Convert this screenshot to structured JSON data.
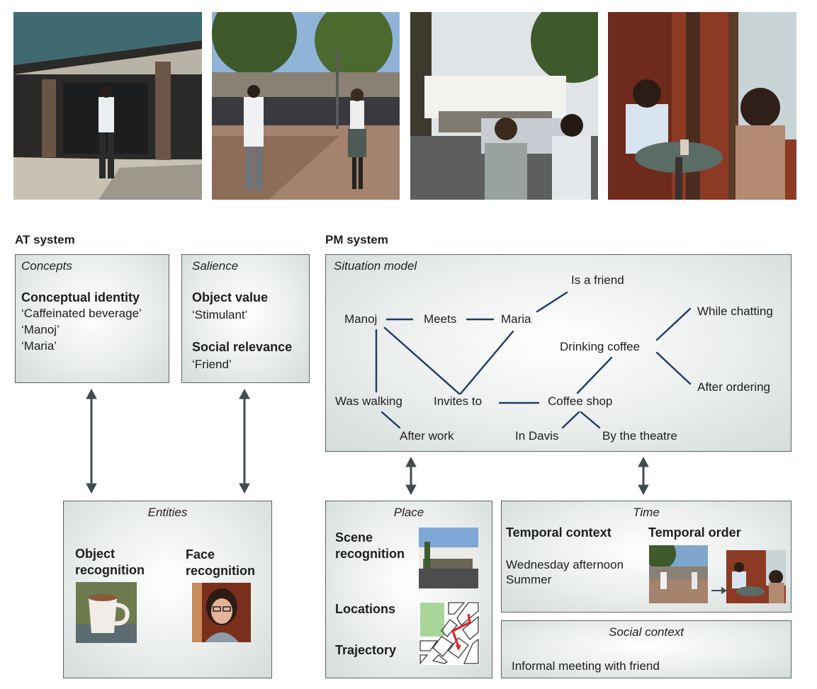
{
  "at_system": {
    "title": "AT system",
    "concepts": {
      "heading": "Concepts",
      "label": "Conceptual identity",
      "items": [
        "‘Caffeinated beverage’",
        "‘Manoj’",
        "‘Maria’"
      ]
    },
    "salience": {
      "heading": "Salience",
      "object_value_label": "Object value",
      "object_value": "‘Stimulant’",
      "social_relevance_label": "Social relevance",
      "social_relevance": "‘Friend’"
    },
    "entities": {
      "heading": "Entities",
      "object_recognition": [
        "Object",
        "recognition"
      ],
      "face_recognition": [
        "Face",
        "recognition"
      ]
    }
  },
  "pm_system": {
    "title": "PM system",
    "situation_model": {
      "heading": "Situation model",
      "nodes": {
        "manoj": "Manoj",
        "meets": "Meets",
        "maria": "Maria",
        "is_a_friend": "Is a friend",
        "while_chatting": "While chatting",
        "drinking_coffee": "Drinking coffee",
        "after_ordering": "After ordering",
        "was_walking": "Was walking",
        "invites_to": "Invites to",
        "coffee_shop": "Coffee shop",
        "after_work": "After work",
        "in_davis": "In Davis",
        "by_the_theatre": "By the theatre"
      }
    },
    "place": {
      "heading": "Place",
      "scene_recognition": [
        "Scene",
        "recognition"
      ],
      "locations": "Locations",
      "trajectory": "Trajectory"
    },
    "time": {
      "heading": "Time",
      "temporal_context": "Temporal context",
      "temporal_order": "Temporal order",
      "context_values": [
        "Wednesday afternoon",
        "Summer"
      ]
    },
    "social_context": {
      "heading": "Social context",
      "value": "Informal meeting with friend"
    }
  },
  "colors": {
    "graph_line": "#1f3a66",
    "arrow": "#414b4d",
    "box_border": "#5b6466",
    "route": "#d9262b"
  }
}
